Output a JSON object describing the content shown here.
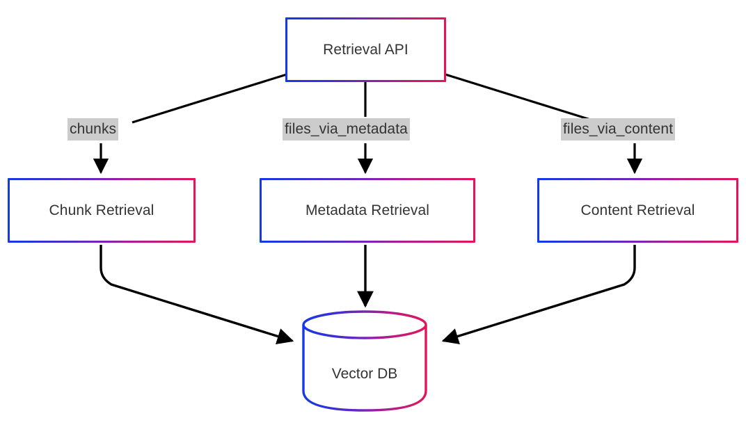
{
  "diagram": {
    "title": "Retrieval API flow",
    "type": "flowchart",
    "direction": "top-down",
    "colors": {
      "gradient_start": "#1439e6",
      "gradient_end": "#e2155a",
      "edge_stroke": "#000000",
      "edge_label_bg": "#cccccc",
      "text": "#333333",
      "node_fill": "#ffffff",
      "background": "#ffffff"
    },
    "nodes": [
      {
        "id": "retrieval_api",
        "label": "Retrieval API",
        "shape": "rect"
      },
      {
        "id": "chunk_retrieval",
        "label": "Chunk Retrieval",
        "shape": "rect"
      },
      {
        "id": "metadata_retrieval",
        "label": "Metadata Retrieval",
        "shape": "rect"
      },
      {
        "id": "content_retrieval",
        "label": "Content Retrieval",
        "shape": "rect"
      },
      {
        "id": "vector_db",
        "label": "Vector DB",
        "shape": "cylinder"
      }
    ],
    "edges": [
      {
        "from": "retrieval_api",
        "to": "chunk_retrieval",
        "label": "chunks"
      },
      {
        "from": "retrieval_api",
        "to": "metadata_retrieval",
        "label": "files_via_metadata"
      },
      {
        "from": "retrieval_api",
        "to": "content_retrieval",
        "label": "files_via_content"
      },
      {
        "from": "chunk_retrieval",
        "to": "vector_db",
        "label": ""
      },
      {
        "from": "metadata_retrieval",
        "to": "vector_db",
        "label": ""
      },
      {
        "from": "content_retrieval",
        "to": "vector_db",
        "label": ""
      }
    ]
  }
}
